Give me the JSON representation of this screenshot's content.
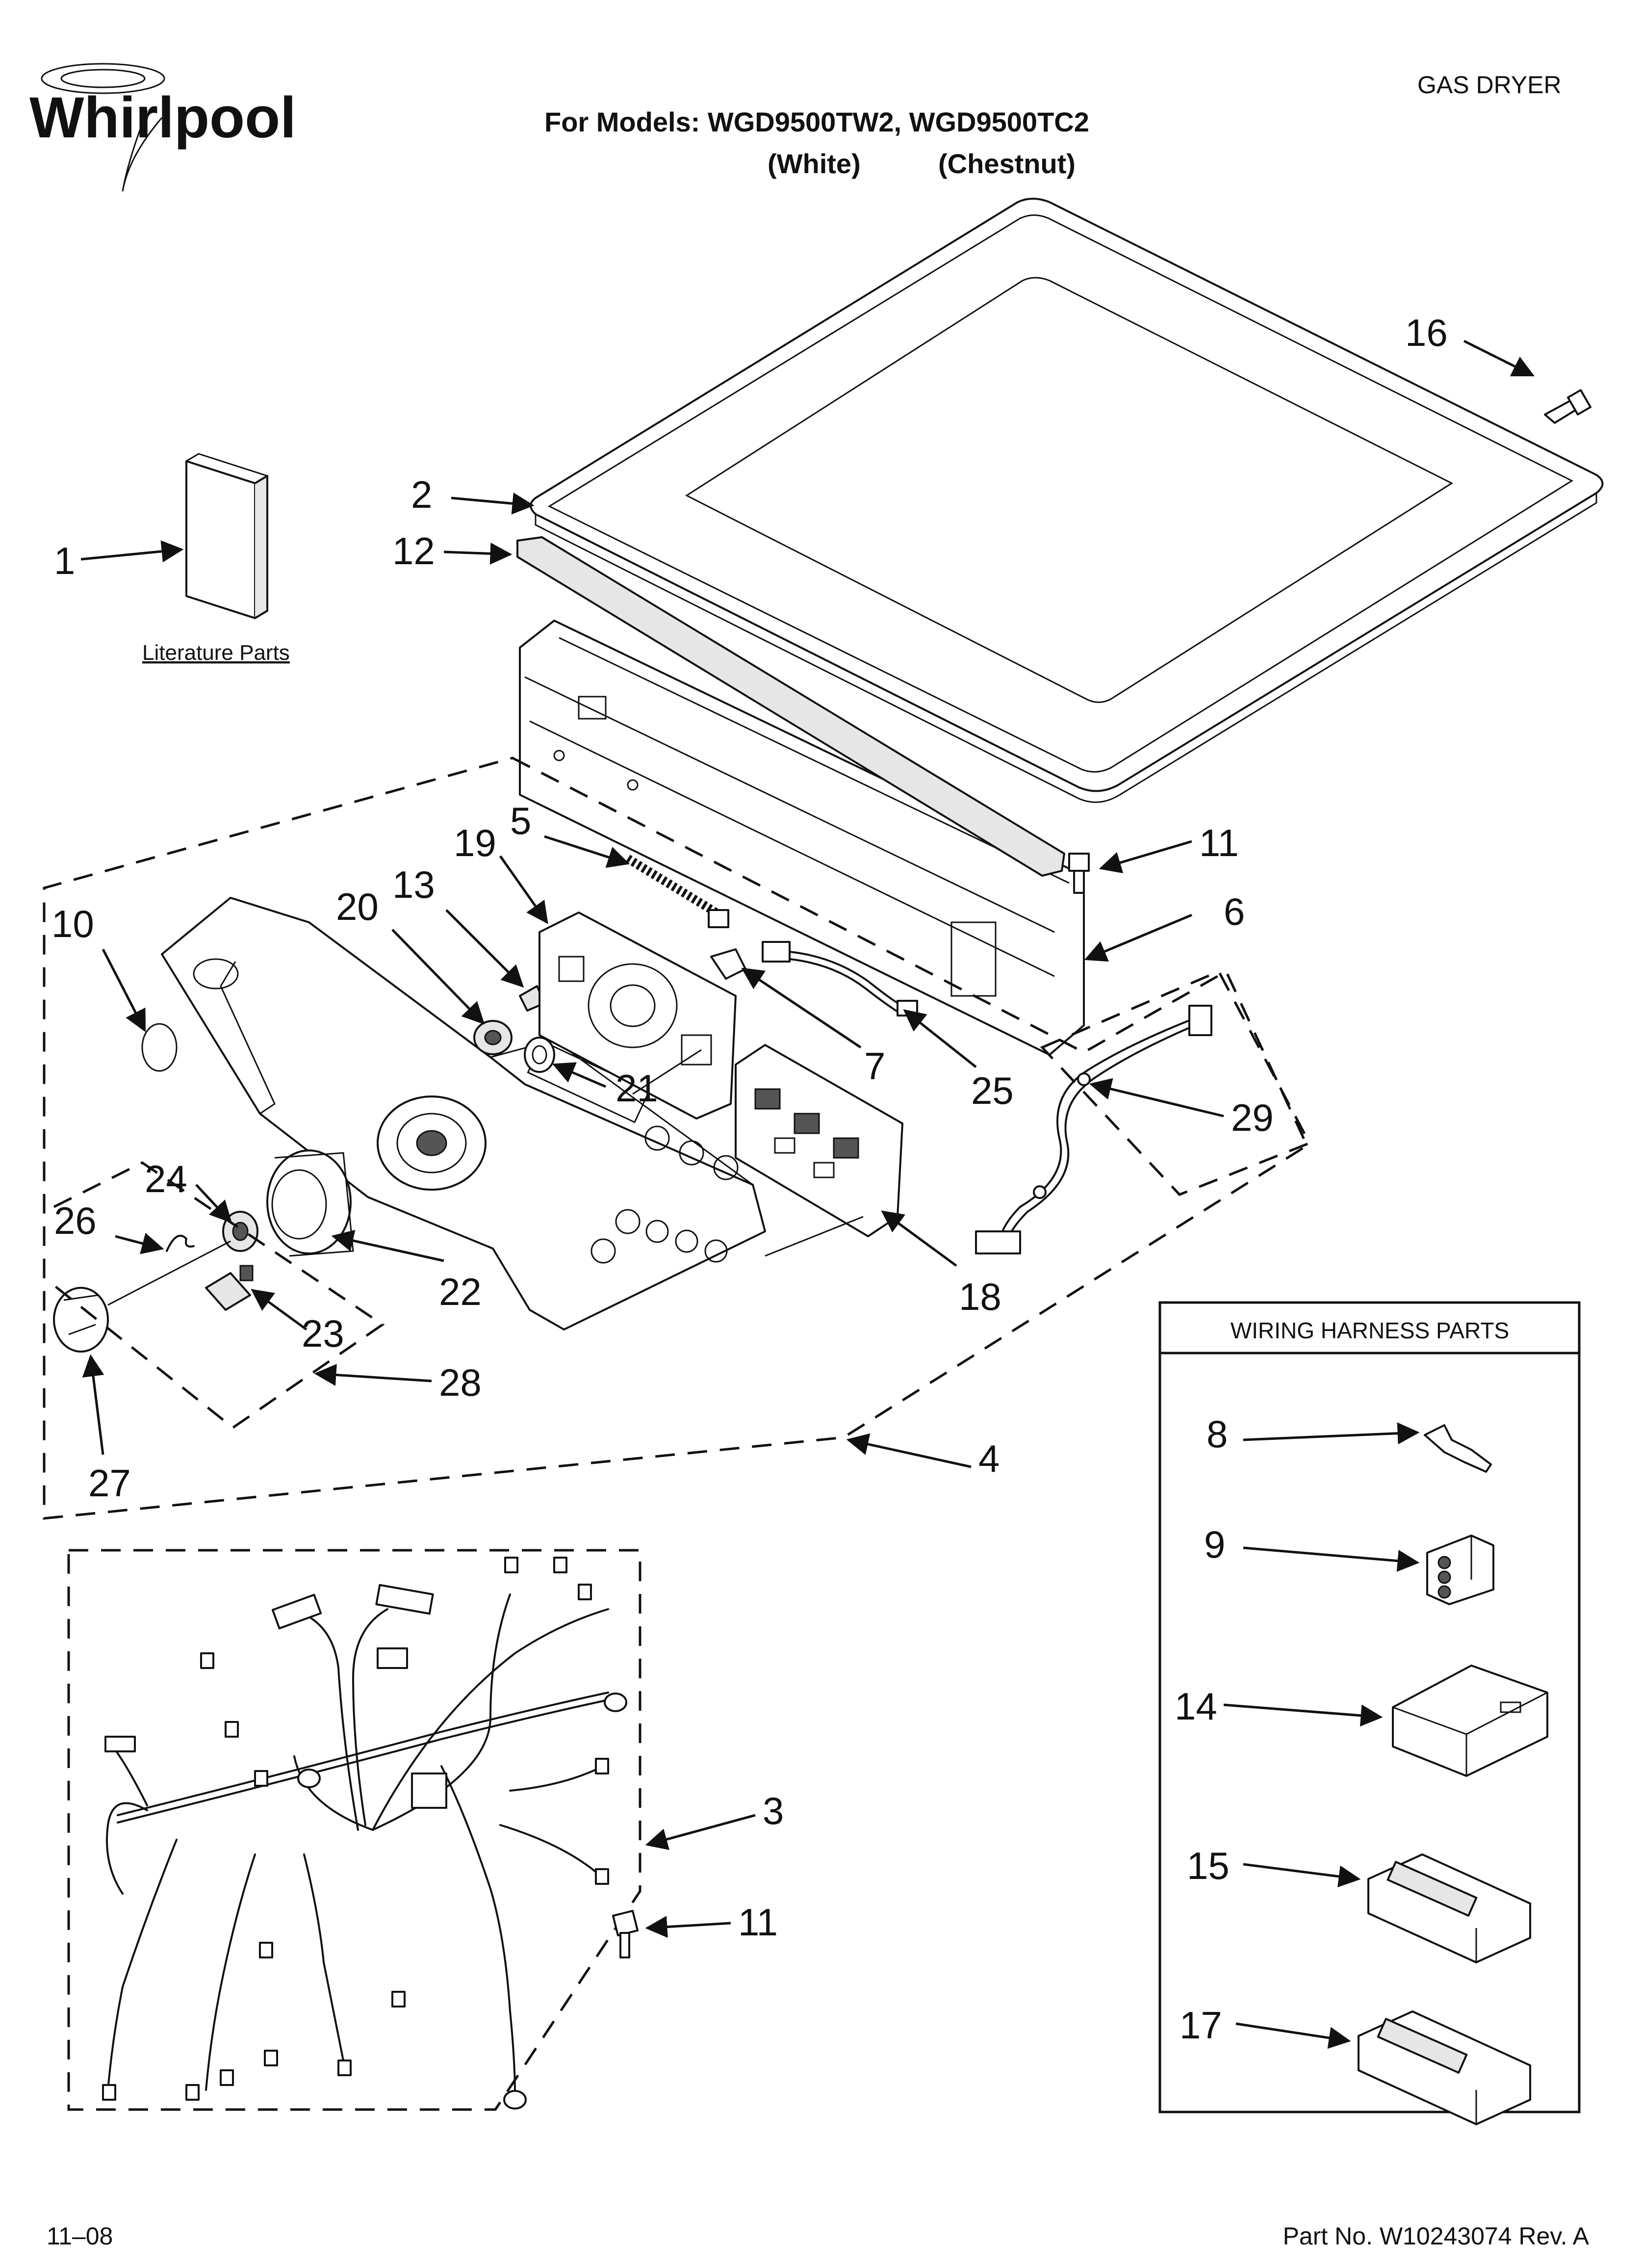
{
  "brand": {
    "logo_text": "Whirlpool"
  },
  "header": {
    "appliance_type": "GAS DRYER",
    "models_line": "For Models: WGD9500TW2, WGD9500TC2",
    "color_white": "(White)",
    "color_chestnut": "(Chestnut)"
  },
  "labels": {
    "literature": "Literature Parts",
    "wiring_box_title": "WIRING HARNESS PARTS"
  },
  "callouts": {
    "c1": "1",
    "c2": "2",
    "c3": "3",
    "c4": "4",
    "c5": "5",
    "c6": "6",
    "c7": "7",
    "c8": "8",
    "c9": "9",
    "c10": "10",
    "c11a": "11",
    "c11b": "11",
    "c12": "12",
    "c13": "13",
    "c14": "14",
    "c15": "15",
    "c16": "16",
    "c17": "17",
    "c18": "18",
    "c19": "19",
    "c20": "20",
    "c21": "21",
    "c22": "22",
    "c23": "23",
    "c24": "24",
    "c25": "25",
    "c26": "26",
    "c27": "27",
    "c28": "28",
    "c29": "29"
  },
  "footer": {
    "date_code": "11–08",
    "part_number": "Part No. W10243074 Rev. A"
  }
}
